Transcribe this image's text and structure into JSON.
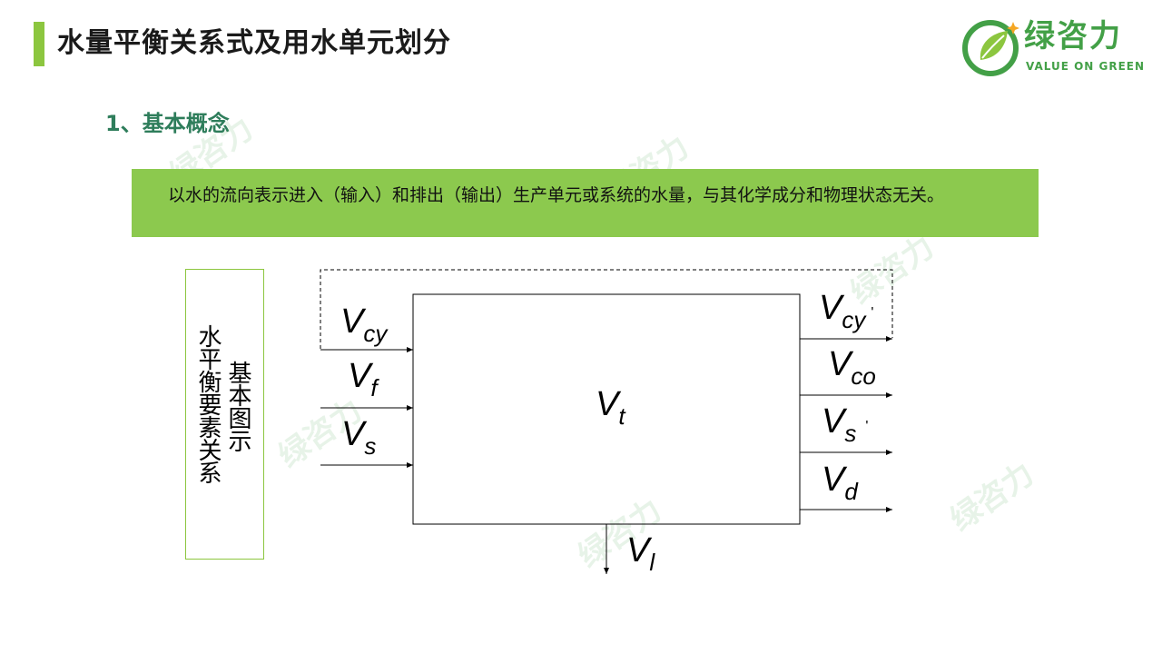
{
  "header": {
    "title": "水量平衡关系式及用水单元划分",
    "accent_color": "#8cc63f"
  },
  "logo": {
    "name": "绿咨力",
    "subtitle": "VALUE ON GREEN",
    "icon": "leaf-logo-icon",
    "color": "#43a047"
  },
  "section": {
    "heading": "1、基本概念",
    "heading_color": "#2e7d5b"
  },
  "definition": {
    "text": "以水的流向表示进入（输入）和排出（输出）生产单元或系统的水量，与其化学成分和物理状态无关。",
    "background": "#8cc94e"
  },
  "side_label": {
    "column1": "水平衡要素关系",
    "column2": "基本图示"
  },
  "diagram": {
    "center": {
      "main": "V",
      "sub": "t"
    },
    "inputs": [
      {
        "main": "V",
        "sub": "cy",
        "prime": ""
      },
      {
        "main": "V",
        "sub": "f",
        "prime": ""
      },
      {
        "main": "V",
        "sub": "s",
        "prime": ""
      }
    ],
    "outputs": [
      {
        "main": "V",
        "sub": "cy",
        "prime": "'"
      },
      {
        "main": "V",
        "sub": "co",
        "prime": ""
      },
      {
        "main": "V",
        "sub": "s",
        "prime": "'"
      },
      {
        "main": "V",
        "sub": "d",
        "prime": ""
      }
    ],
    "bottom": {
      "main": "V",
      "sub": "l",
      "prime": ""
    }
  }
}
